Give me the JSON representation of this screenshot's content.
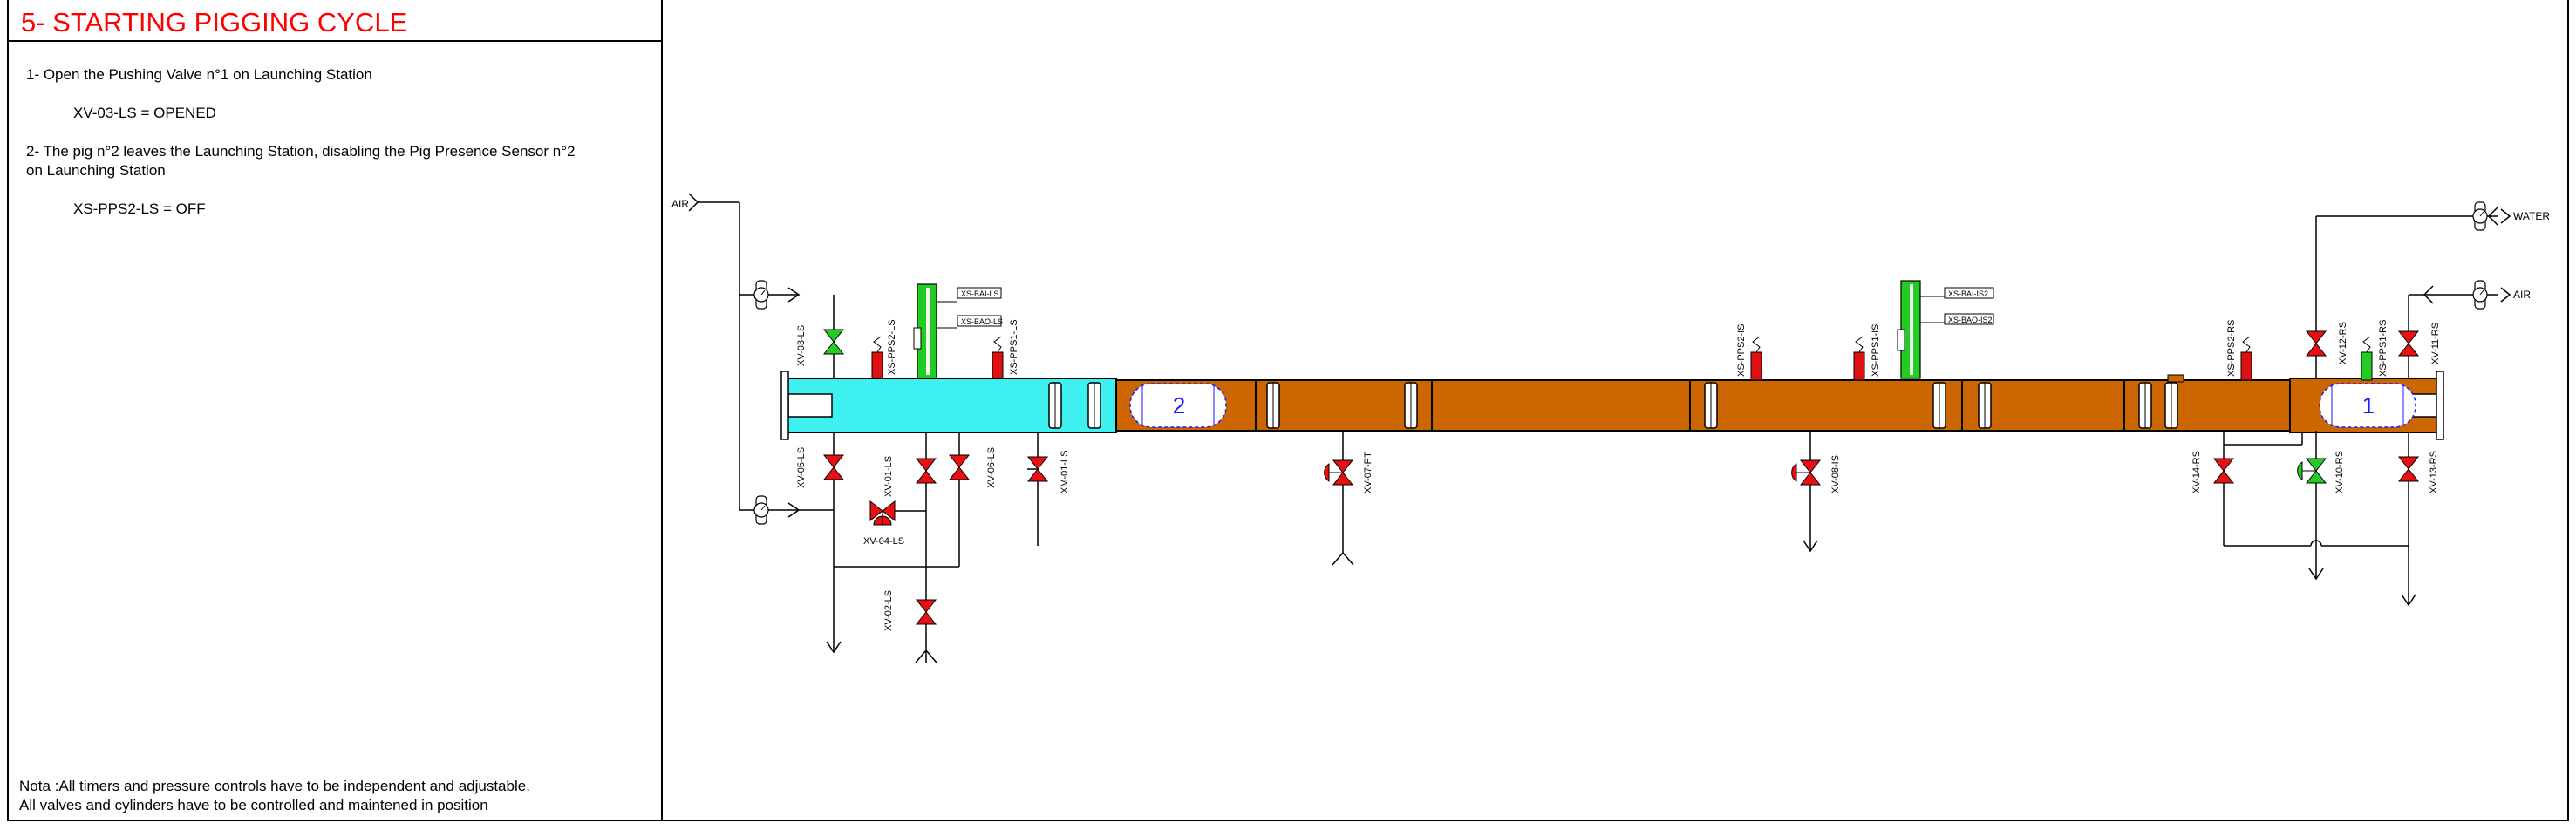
{
  "section": {
    "title": "5- STARTING PIGGING CYCLE"
  },
  "steps": [
    {
      "text": "1- Open the Pushing Valve n°1 on Launching Station",
      "state": "XV-03-LS = OPENED"
    },
    {
      "text_line1": "2- The pig n°2 leaves the Launching Station, disabling the Pig Presence Sensor n°2",
      "text_line2": "on Launching Station",
      "state": "XS-PPS2-LS = OFF"
    }
  ],
  "note": {
    "line1": "Nota :All timers and pressure controls have to be independent and adjustable.",
    "line2": "All valves and cylinders have to be controlled and maintened in position"
  },
  "diagram": {
    "inlets": {
      "air_left": "AIR",
      "water_right": "WATER",
      "air_right": "AIR"
    },
    "pigs": [
      "2",
      "1"
    ],
    "colors": {
      "launch_fill": "#3ff0f0",
      "pipe_fill": "#cc6600",
      "valve_closed": "#e81010",
      "valve_open": "#22cc22",
      "sensor_red": "#dd1111",
      "sensor_green": "#22cc22",
      "pig_line": "#1a1aff"
    },
    "tags": {
      "xv03ls": "XV-03-LS",
      "xspps2ls": "XS-PPS2-LS",
      "xsppsi1ls": "XS-PPS1-LS",
      "xsbails": "XS-BAI-LS",
      "xsbaols": "XS-BAO-LS",
      "xv05ls": "XV-05-LS",
      "xv01ls": "XV-01-LS",
      "xv06ls": "XV-06-LS",
      "xm01ls": "XM-01-LS",
      "xv04ls": "XV-04-LS",
      "xv02ls": "XV-02-LS",
      "xv07pt": "XV-07-PT",
      "xsppsis": "XS-PPS2-IS",
      "xsppsi1is": "XS-PPS1-IS",
      "xsbais2": "XS-BAI-IS2",
      "xsbaois2": "XS-BAO-IS2",
      "xv08is": "XV-08-IS",
      "xsppsrs": "XS-PPS2-RS",
      "xv12rs": "XV-12-RS",
      "xsppsi1rs": "XS-PPS1-RS",
      "xv11rs": "XV-11-RS",
      "xv14rs": "XV-14-RS",
      "xv10rs": "XV-10-RS",
      "xv13rs": "XV-13-RS"
    }
  }
}
